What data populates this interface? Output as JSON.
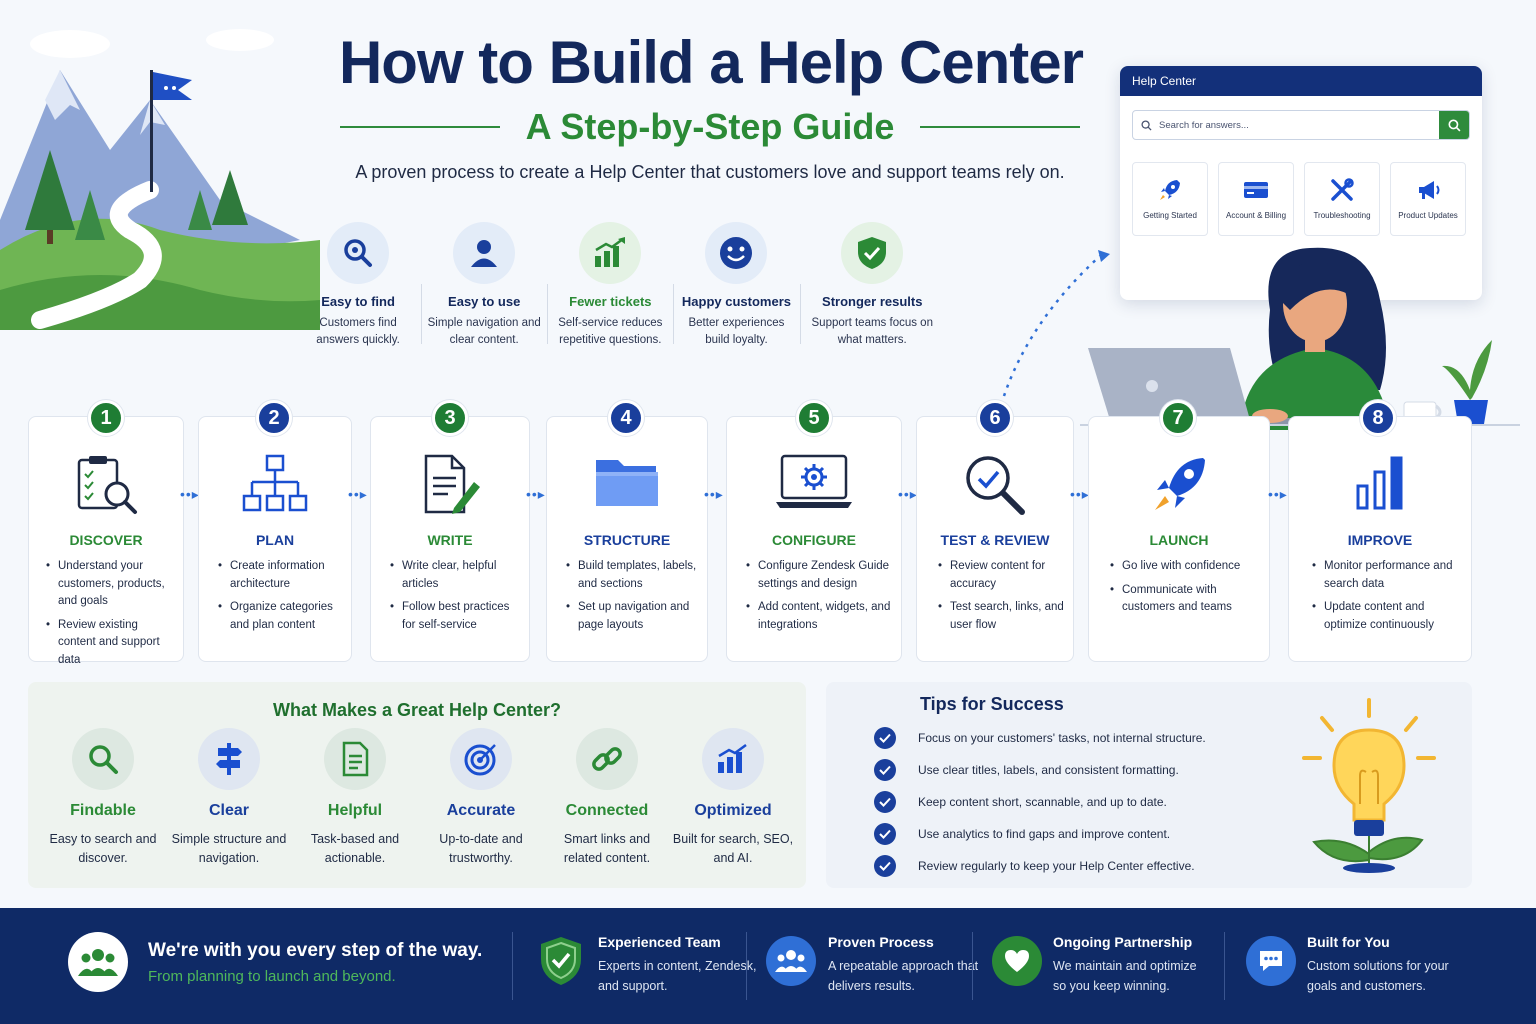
{
  "header": {
    "title": "How to Build a Help Center",
    "subtitle": "A Step-by-Step Guide",
    "tagline": "A proven process to create a Help Center that customers love and support teams rely on."
  },
  "benefits": [
    {
      "title": "Easy to find",
      "desc": "Customers find answers quickly.",
      "icon": "magnifier-icon"
    },
    {
      "title": "Easy to use",
      "desc": "Simple navigation and clear content.",
      "icon": "person-icon"
    },
    {
      "title": "Fewer tickets",
      "desc": "Self-service reduces repetitive questions.",
      "icon": "bar-growth-icon"
    },
    {
      "title": "Happy customers",
      "desc": "Better experiences build loyalty.",
      "icon": "smile-icon"
    },
    {
      "title": "Stronger results",
      "desc": "Support teams focus on what matters.",
      "icon": "shield-check-icon"
    }
  ],
  "help_center_mock": {
    "window_title": "Help Center",
    "search_placeholder": "Search for answers...",
    "categories": [
      "Getting Started",
      "Account & Billing",
      "Troubleshooting",
      "Product Updates"
    ]
  },
  "steps": [
    {
      "num": "1",
      "title": "DISCOVER",
      "bullets": [
        "Understand your customers, products, and goals",
        "Review existing content and support data"
      ]
    },
    {
      "num": "2",
      "title": "PLAN",
      "bullets": [
        "Create information architecture",
        "Organize categories and plan content"
      ]
    },
    {
      "num": "3",
      "title": "WRITE",
      "bullets": [
        "Write clear, helpful articles",
        "Follow best practices for self-service"
      ]
    },
    {
      "num": "4",
      "title": "STRUCTURE",
      "bullets": [
        "Build templates, labels, and sections",
        "Set up navigation and page layouts"
      ]
    },
    {
      "num": "5",
      "title": "CONFIGURE",
      "bullets": [
        "Configure Zendesk Guide settings and design",
        "Add content, widgets, and integrations"
      ]
    },
    {
      "num": "6",
      "title": "TEST & REVIEW",
      "bullets": [
        "Review content for accuracy",
        "Test search, links, and user flow"
      ]
    },
    {
      "num": "7",
      "title": "LAUNCH",
      "bullets": [
        "Go live with confidence",
        "Communicate with customers and teams"
      ]
    },
    {
      "num": "8",
      "title": "IMPROVE",
      "bullets": [
        "Monitor performance and search data",
        "Update content and optimize continuously"
      ]
    }
  ],
  "great": {
    "title": "What Makes a Great Help Center?",
    "items": [
      {
        "title": "Findable",
        "desc": "Easy to search and discover."
      },
      {
        "title": "Clear",
        "desc": "Simple structure and navigation."
      },
      {
        "title": "Helpful",
        "desc": "Task-based and actionable."
      },
      {
        "title": "Accurate",
        "desc": "Up-to-date and trustworthy."
      },
      {
        "title": "Connected",
        "desc": "Smart links and related content."
      },
      {
        "title": "Optimized",
        "desc": "Built for search, SEO, and AI."
      }
    ]
  },
  "tips": {
    "title": "Tips for Success",
    "items": [
      "Focus on your customers' tasks, not internal structure.",
      "Use clear titles, labels, and consistent formatting.",
      "Keep content short, scannable, and up to date.",
      "Use analytics to find gaps and improve content.",
      "Review regularly to keep your Help Center effective."
    ]
  },
  "footer": {
    "main_title": "We're with you every step of the way.",
    "main_sub": "From planning to launch and beyond.",
    "items": [
      {
        "title": "Experienced Team",
        "desc": "Experts in content, Zendesk, and support."
      },
      {
        "title": "Proven Process",
        "desc": "A repeatable approach that delivers results."
      },
      {
        "title": "Ongoing Partnership",
        "desc": "We maintain and optimize so you keep winning."
      },
      {
        "title": "Built for You",
        "desc": "Custom solutions for your goals and customers."
      }
    ]
  },
  "colors": {
    "navy": "#13285c",
    "green": "#2b8a36",
    "blue": "#1a3f9c",
    "footer": "#0f2a66"
  }
}
